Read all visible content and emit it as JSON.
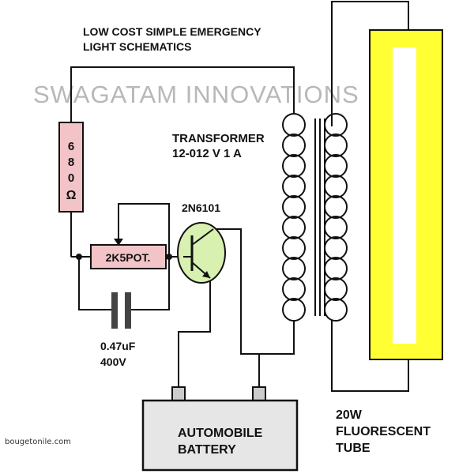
{
  "title": {
    "line1": "LOW COST SIMPLE EMERGENCY",
    "line2": "LIGHT SCHEMATICS"
  },
  "watermark": "SWAGATAM INNOVATIONS",
  "transformer": {
    "line1": "TRANSFORMER",
    "line2": "12-012 V  1 A"
  },
  "resistor": {
    "chars": [
      "6",
      "8",
      "0",
      "Ω"
    ]
  },
  "transistor": {
    "label": "2N6101"
  },
  "potentiometer": {
    "label": "2K5POT."
  },
  "capacitor": {
    "line1": "0.47uF",
    "line2": "400V"
  },
  "battery": {
    "line1": "AUTOMOBILE",
    "line2": "BATTERY"
  },
  "tube": {
    "line1": "20W",
    "line2": "FLUORESCENT",
    "line3": "TUBE"
  },
  "credit": "bougetonile.com",
  "colors": {
    "resistor_fill": "#f2c4c7",
    "pot_fill": "#f2c4c7",
    "transistor_fill": "#d8f0b0",
    "battery_fill": "#e6e6e6",
    "tube_glow": "#ffff33",
    "tube_core": "#ffffff",
    "wire": "#111111"
  }
}
